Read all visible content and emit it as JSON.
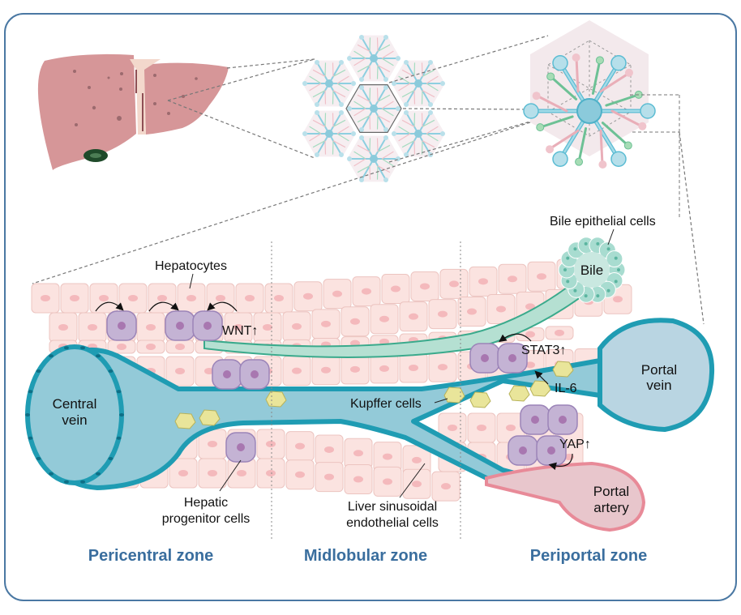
{
  "title": "Liver lobule zonation diagram",
  "labels": {
    "hepatocytes": "Hepatocytes",
    "wnt": "WNT↑",
    "central_vein_line1": "Central",
    "central_vein_line2": "vein",
    "hepatic_progenitor_line1": "Hepatic",
    "hepatic_progenitor_line2": "progenitor cells",
    "kupffer": "Kupffer cells",
    "lsec_line1": "Liver sinusoidal",
    "lsec_line2": "endothelial cells",
    "bile_epithelial": "Bile epithelial cells",
    "bile": "Bile",
    "stat3": "STAT3↑",
    "il6": "IL-6",
    "yap": "YAP↑",
    "portal_vein_line1": "Portal",
    "portal_vein_line2": "vein",
    "portal_artery_line1": "Portal",
    "portal_artery_line2": "artery"
  },
  "zones": [
    {
      "label": "Pericentral zone"
    },
    {
      "label": "Midlobular zone"
    },
    {
      "label": "Periportal zone"
    }
  ],
  "colors": {
    "frame": "#4a78a3",
    "liver": "#d69698",
    "hepatocyte": "#fbe3e0",
    "hepatocyte_nucleus": "#f4b9bc",
    "progenitor": "#c4b3d4",
    "progenitor_nucleus": "#a877b0",
    "vessel_fill": "#93cad8",
    "vessel_wall": "#1f9cb3",
    "portal_vein_fill": "#b9d5e2",
    "artery_fill": "#e8c6cc",
    "artery_wall": "#e88a98",
    "bile_duct": "#b5e0d2",
    "bile_wall": "#3aaa8c",
    "kupffer": "#e9e59a",
    "zone_text": "#3a6e9e"
  }
}
